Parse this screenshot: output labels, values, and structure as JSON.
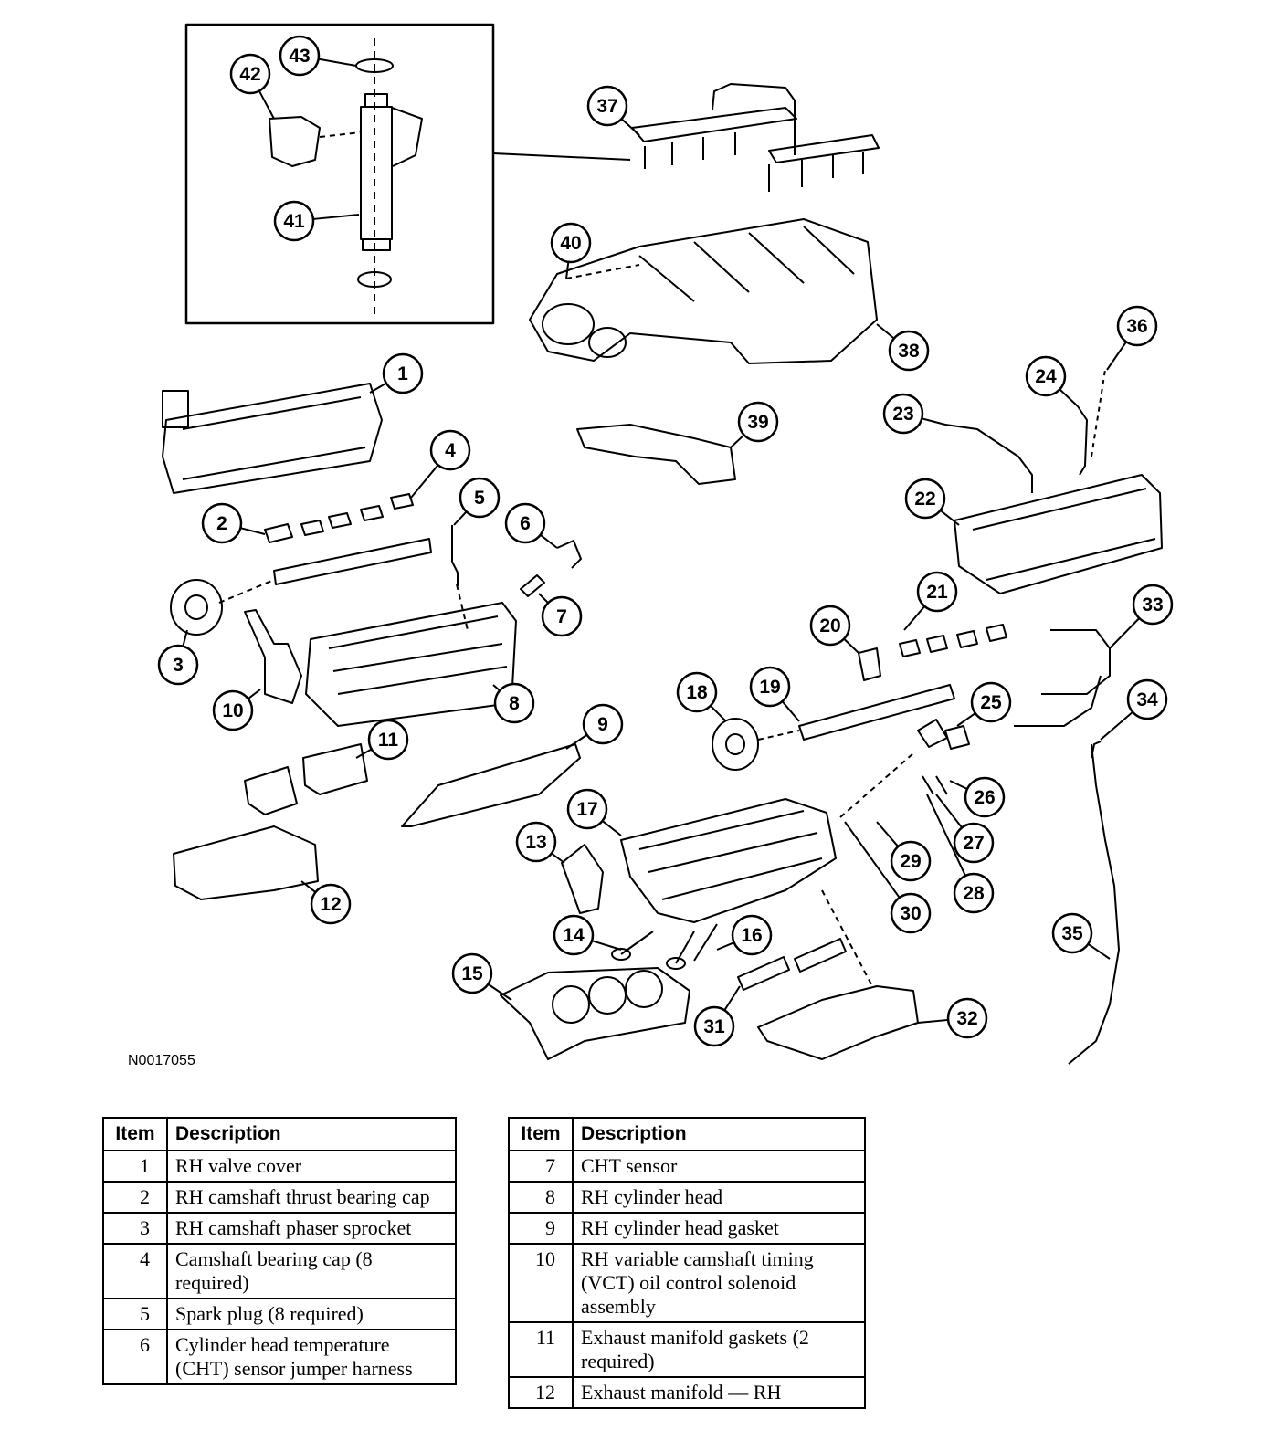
{
  "figure_id": "N0017055",
  "callouts": [
    "1",
    "2",
    "3",
    "4",
    "5",
    "6",
    "7",
    "8",
    "9",
    "10",
    "11",
    "12",
    "13",
    "14",
    "15",
    "16",
    "17",
    "18",
    "19",
    "20",
    "21",
    "22",
    "23",
    "24",
    "25",
    "26",
    "27",
    "28",
    "29",
    "30",
    "31",
    "32",
    "33",
    "34",
    "35",
    "36",
    "37",
    "38",
    "39",
    "40",
    "41",
    "42",
    "43"
  ],
  "legend": {
    "header_item": "Item",
    "header_description": "Description",
    "left": [
      {
        "item": "1",
        "description": "RH valve cover"
      },
      {
        "item": "2",
        "description": "RH camshaft thrust bearing cap"
      },
      {
        "item": "3",
        "description": "RH camshaft phaser sprocket"
      },
      {
        "item": "4",
        "description": "Camshaft bearing cap (8 required)"
      },
      {
        "item": "5",
        "description": "Spark plug (8 required)"
      },
      {
        "item": "6",
        "description": "Cylinder head temperature (CHT) sensor jumper harness"
      }
    ],
    "right": [
      {
        "item": "7",
        "description": "CHT sensor"
      },
      {
        "item": "8",
        "description": "RH cylinder head"
      },
      {
        "item": "9",
        "description": "RH cylinder head gasket"
      },
      {
        "item": "10",
        "description": "RH variable camshaft timing (VCT) oil control solenoid assembly"
      },
      {
        "item": "11",
        "description": "Exhaust manifold gaskets (2 required)"
      },
      {
        "item": "12",
        "description": "Exhaust manifold — RH"
      }
    ]
  }
}
